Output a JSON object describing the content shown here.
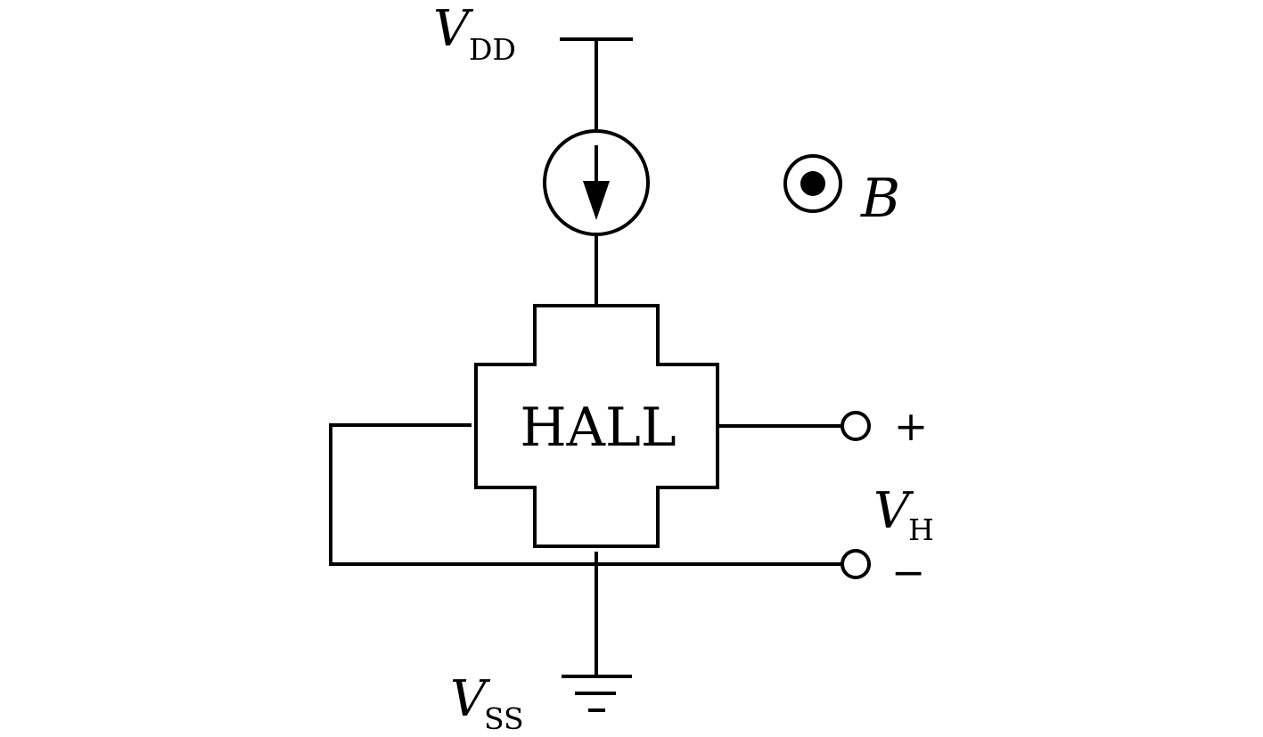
{
  "supply": {
    "vdd": {
      "symbol": "V",
      "subscript": "DD"
    },
    "vss": {
      "symbol": "V",
      "subscript": "SS"
    }
  },
  "field": {
    "symbol": "B",
    "direction": "out-of-page"
  },
  "sensor": {
    "label": "HALL"
  },
  "output": {
    "voltage": {
      "symbol": "V",
      "subscript": "H"
    },
    "plus": "+",
    "minus": "−"
  },
  "components": {
    "current_source": "current-source-icon",
    "ground": "ground-icon",
    "field_indicator": "magnetic-field-out-of-page-icon",
    "terminals": "terminal-circle-icon"
  },
  "colors": {
    "stroke": "#000000",
    "background": "#ffffff"
  }
}
